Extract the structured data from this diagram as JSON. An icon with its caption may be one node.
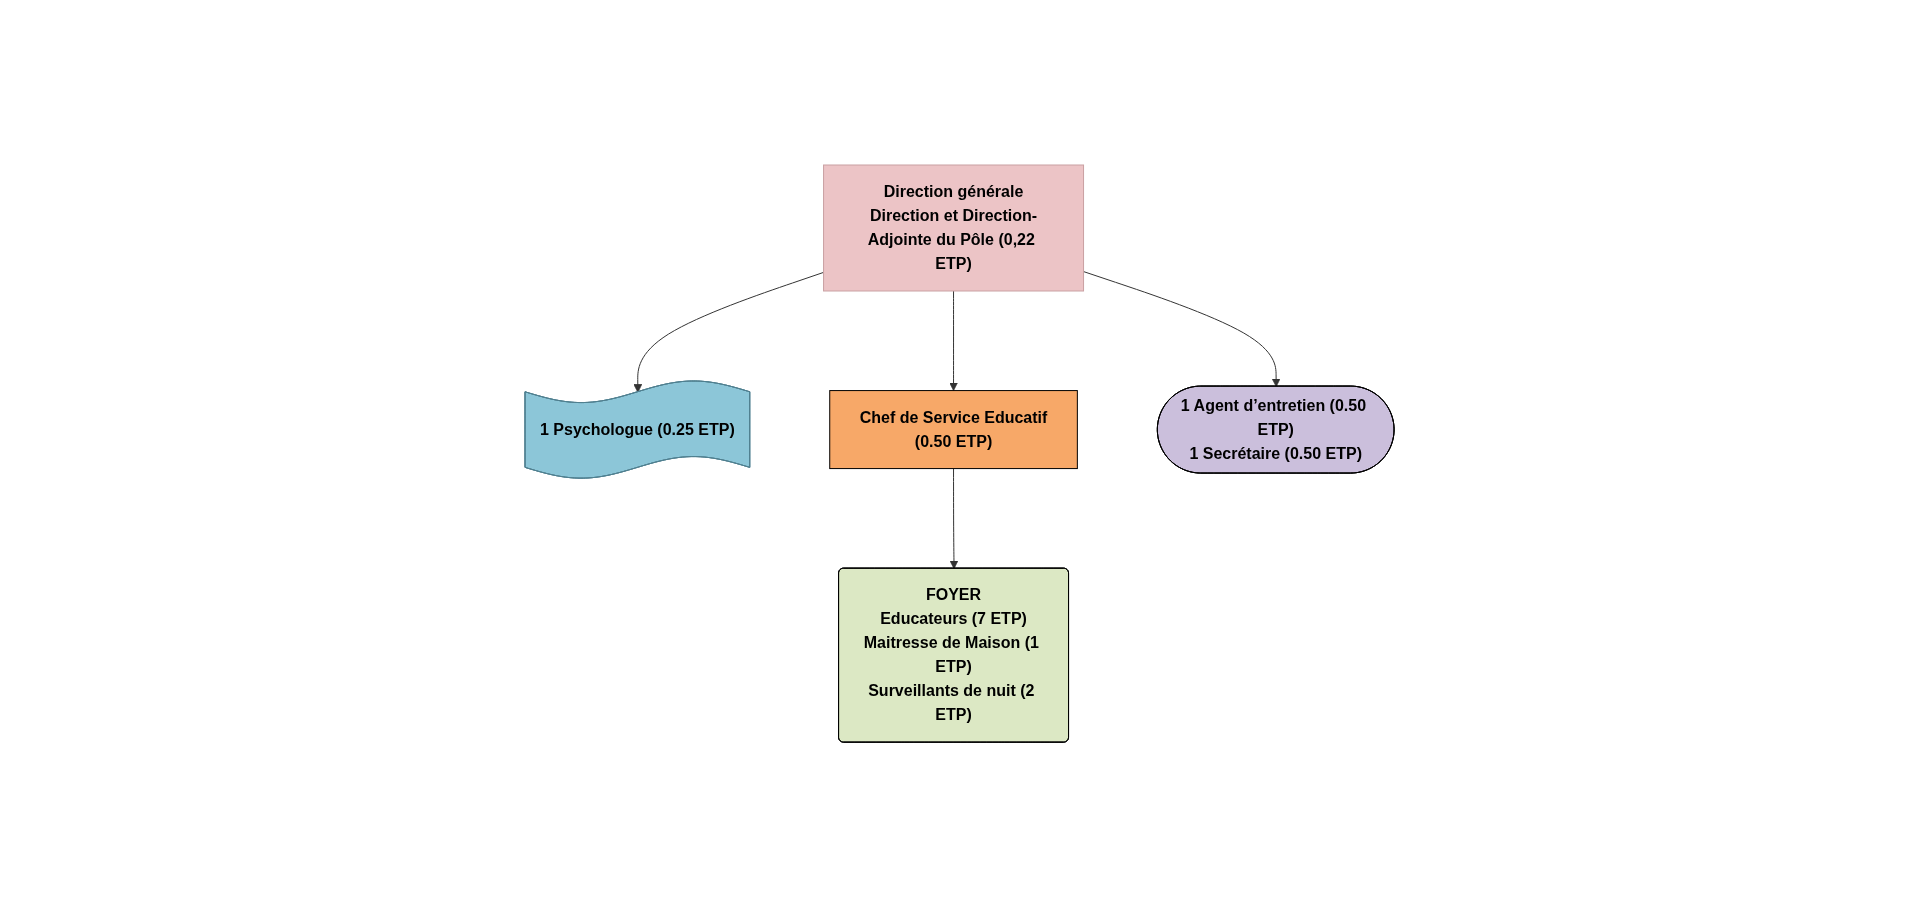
{
  "diagram": {
    "nodes": [
      {
        "text": [
          "Direction générale",
          "Direction et Direction-Adjointe du Pôle (0,22 ETP)"
        ]
      },
      {
        "text": [
          "1 Psychologue (0.25 ETP)"
        ]
      },
      {
        "text": [
          "Chef de Service Educatif",
          "(0.50 ETP)"
        ]
      },
      {
        "text": [
          "1 Agent d’entretien (0.50 ETP)",
          "1 Secrétaire (0.50 ETP)"
        ]
      },
      {
        "text": [
          "FOYER",
          "Educateurs (7 ETP)",
          "Maitresse de Maison (1 ETP)",
          "Surveillants de nuit (2 ETP)"
        ]
      }
    ],
    "edges": [
      {
        "from": 0,
        "to": 1,
        "arrow": "to"
      },
      {
        "from": 0,
        "to": 2,
        "arrow": "to"
      },
      {
        "from": 0,
        "to": 3,
        "arrow": "to"
      },
      {
        "from": 2,
        "to": 4,
        "arrow": "to"
      }
    ]
  }
}
